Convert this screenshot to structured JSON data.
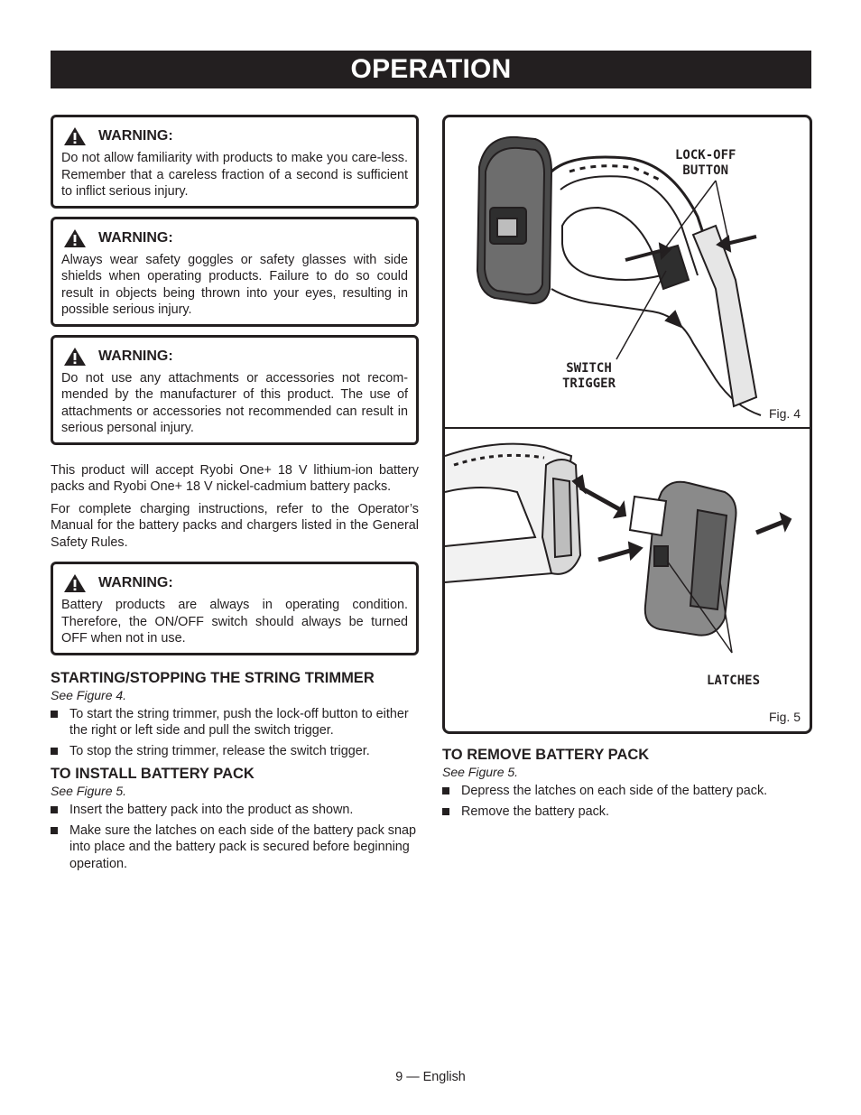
{
  "header": {
    "title": "OPERATION"
  },
  "warnings": [
    {
      "label": "WARNING:",
      "text": "Do not allow familiarity with products to make you care-less. Remember that a careless fraction of a second is sufficient to inflict serious injury."
    },
    {
      "label": "WARNING:",
      "text": "Always wear safety goggles or safety glasses with side shields when operating products. Failure to do so could result in objects being thrown into your eyes, resulting in possible serious injury."
    },
    {
      "label": "WARNING:",
      "text": "Do not use any attachments or accessories not recom-mended by the manufacturer of this product. The use of attachments or accessories not recommended can result in serious personal injury."
    },
    {
      "label": "WARNING:",
      "text": "Battery products are always in operating condition. Therefore, the ON/OFF switch should always be turned OFF when not in use."
    }
  ],
  "intro": {
    "p1": "This product will accept Ryobi One+ 18 V lithium-ion battery packs and Ryobi One+ 18 V nickel-cadmium battery packs.",
    "p2": "For complete charging instructions, refer to the Operator’s Manual for the battery packs and chargers listed in the General Safety Rules."
  },
  "sections": {
    "starting": {
      "title": "STARTING/STOPPING THE STRING TRIMMER",
      "see": "See Figure 4.",
      "items": [
        "To start the string trimmer, push the lock-off button to either the right or left side and pull the switch trigger.",
        "To stop the string trimmer, release the switch trigger."
      ]
    },
    "install": {
      "title": "TO INSTALL BATTERY PACK",
      "see": "See Figure 5.",
      "items": [
        "Insert the battery pack into the product as shown.",
        "Make sure the latches on each side of the battery pack snap into place and the battery pack is secured before beginning operation."
      ]
    },
    "remove": {
      "title": "TO REMOVE BATTERY PACK",
      "see": "See Figure 5.",
      "items": [
        "Depress the latches on each side of the battery pack.",
        "Remove the battery pack."
      ]
    }
  },
  "figures": {
    "fig4": {
      "label": "Fig. 4",
      "callout_lockoff": "LOCK-OFF\nBUTTON",
      "callout_switch": "SWITCH\nTRIGGER"
    },
    "fig5": {
      "label": "Fig. 5",
      "callout_latches": "LATCHES"
    }
  },
  "footer": {
    "page": "9 — English"
  },
  "colors": {
    "ink": "#231f20",
    "paper": "#ffffff"
  }
}
